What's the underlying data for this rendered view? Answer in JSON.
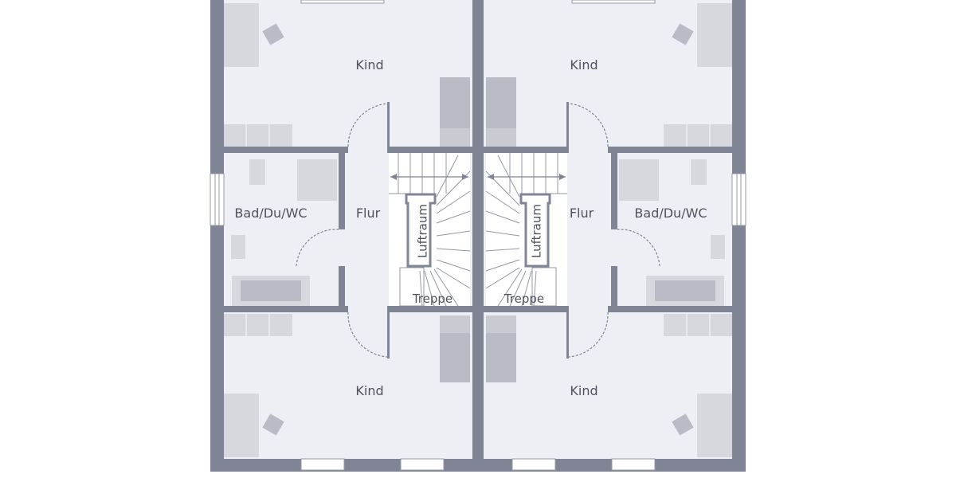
{
  "colors": {
    "wall": "#7f8594",
    "floor": "#eeeff4",
    "furniture": "#c9cbd3",
    "furniture_dark": "#b4b7c1",
    "line": "#9499a6",
    "text": "#4f535e"
  },
  "units": {
    "left": {
      "rooms": {
        "kind_top": "Kind",
        "kind_bottom": "Kind",
        "bad": "Bad/Du/WC",
        "flur": "Flur",
        "luftraum": "Luftraum",
        "treppe": "Treppe"
      }
    },
    "right": {
      "rooms": {
        "kind_top": "Kind",
        "kind_bottom": "Kind",
        "bad": "Bad/Du/WC",
        "flur": "Flur",
        "luftraum": "Luftraum",
        "treppe": "Treppe"
      }
    }
  }
}
